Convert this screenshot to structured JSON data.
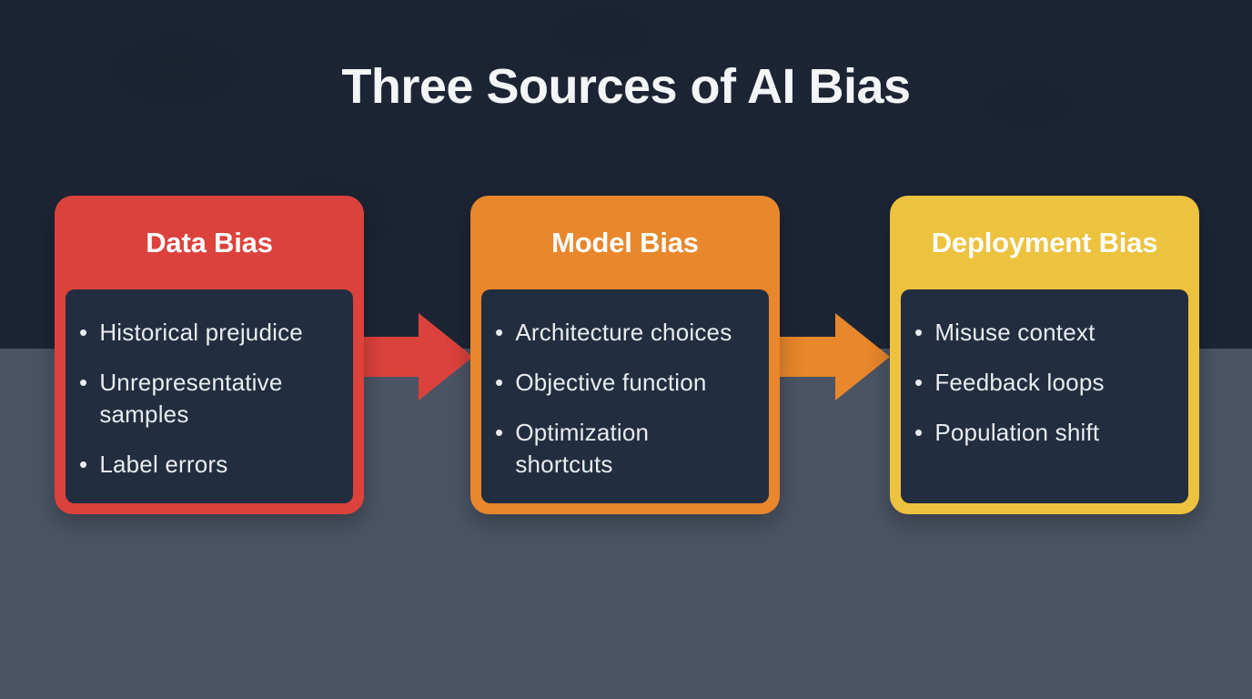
{
  "title": "Three Sources of AI Bias",
  "glyphs": {
    "bullet": "•"
  },
  "colors": {
    "background_top": "#1d2535",
    "background_bottom": "#4b5464",
    "panel": "#222d40",
    "title_text": "#f3f5f7",
    "header_text": "#fdfdfd",
    "bullet_text": "#e9ecef"
  },
  "cards": [
    {
      "title": "Data Bias",
      "accent": "#dc423c",
      "bullets": [
        "Historical prejudice",
        "Unrepresentative samples",
        "Label errors"
      ]
    },
    {
      "title": "Model Bias",
      "accent": "#e8872b",
      "bullets": [
        "Architecture choices",
        "Objective function",
        "Optimization shortcuts"
      ]
    },
    {
      "title": "Deployment Bias",
      "accent": "#edc23e",
      "bullets": [
        "Misuse context",
        "Feedback loops",
        "Population shift"
      ]
    }
  ],
  "arrows": [
    {
      "name": "arrow-data-to-model",
      "color": "#dc423c"
    },
    {
      "name": "arrow-model-to-deployment",
      "color": "#e8872b"
    }
  ]
}
